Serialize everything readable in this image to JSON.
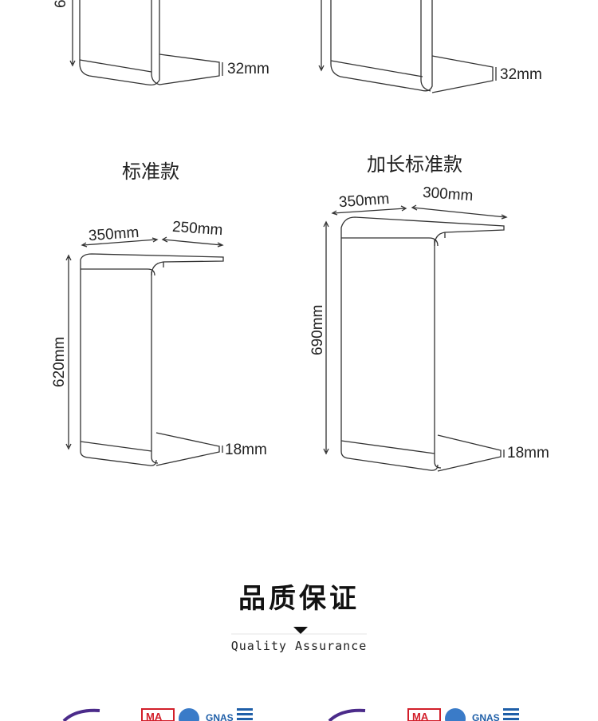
{
  "top_row": {
    "left_bottom_thickness": "32mm",
    "right_bottom_thickness": "32mm",
    "left_height_partial": "6"
  },
  "standard": {
    "title": "标准款",
    "top_depth": "350mm",
    "top_width": "250mm",
    "height": "620mm",
    "bottom_thickness": "18mm"
  },
  "extended": {
    "title": "加长标准款",
    "top_depth": "350mm",
    "top_width": "300mm",
    "height": "690mm",
    "bottom_thickness": "18mm"
  },
  "quality": {
    "title": "品质保证",
    "subtitle": "Quality Assurance",
    "badges": [
      "MA",
      "GNAS"
    ]
  },
  "colors": {
    "line": "#333333",
    "cert_red": "#d21f2a",
    "cert_blue": "#1f5fa8",
    "cert_purple": "#4b2b8a"
  }
}
